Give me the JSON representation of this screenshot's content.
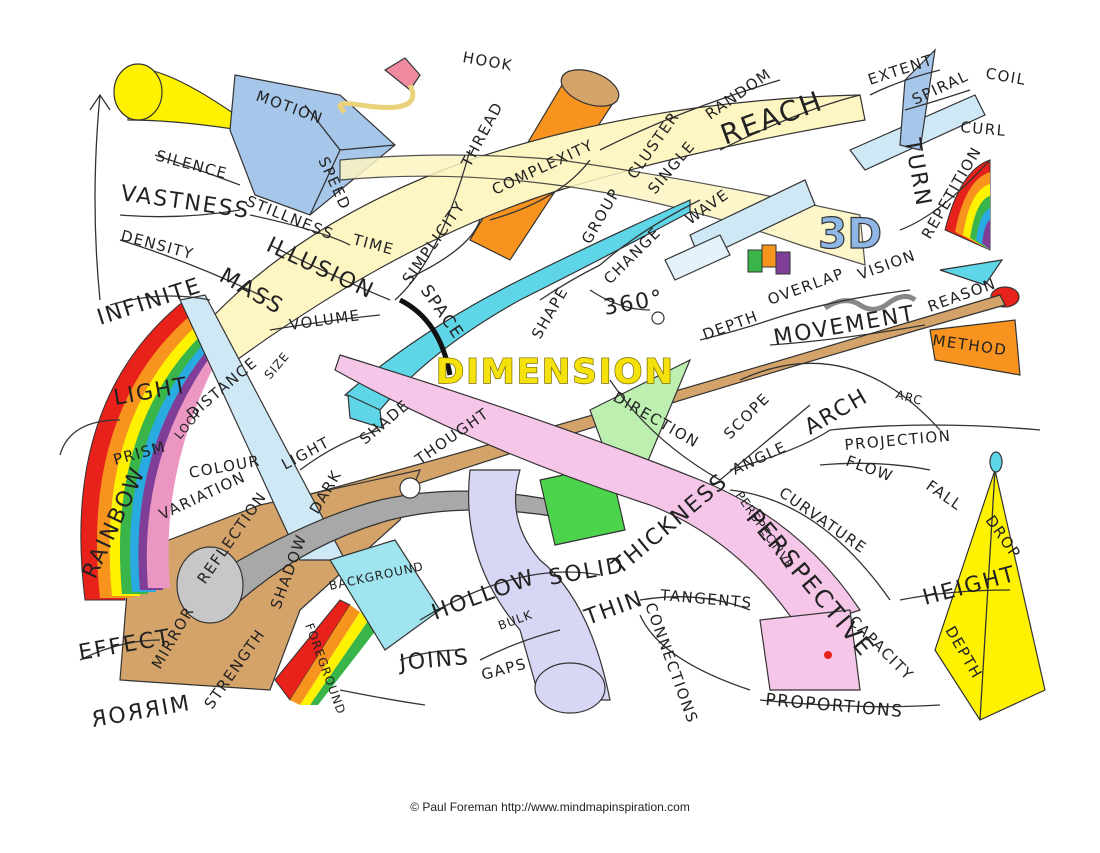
{
  "map": {
    "central_topic": "DIMENSION",
    "colors": {
      "title_fill": "#f5e10c",
      "rainbow": [
        "#e8211b",
        "#f7941d",
        "#fff200",
        "#39b54a",
        "#29abe2",
        "#7f3f98",
        "#ec97c3"
      ]
    },
    "labels": {
      "hook": "HOOK",
      "thread": "THREAD",
      "motion": "MOTION",
      "speed": "SPEED",
      "silence": "SILENCE",
      "vastness": "VASTNESS",
      "stillness": "STILLNESS",
      "time": "TIME",
      "simplicity": "SIMPLICITY",
      "complexity": "COMPLEXITY",
      "cluster": "CLUSTER",
      "single": "SINGLE",
      "random": "RANDOM",
      "reach": "REACH",
      "extent": "EXTENT",
      "spiral": "SPIRAL",
      "coil": "COIL",
      "curl": "CURL",
      "turn": "TURN",
      "three_d": "3D",
      "repetition": "REPETITION",
      "vision": "VISION",
      "overlap": "OVERLAP",
      "density": "DENSITY",
      "mass": "MASS",
      "infinite": "INFINITE",
      "illusion": "ILLUSION",
      "space": "SPACE",
      "group": "GROUP",
      "change": "CHANGE",
      "wave": "WAVE",
      "degrees": "360°",
      "shape": "SHAPE",
      "volume": "VOLUME",
      "depth_top": "DEPTH",
      "movement": "MOVEMENT",
      "reason": "REASON",
      "method": "METHOD",
      "size": "SIZE",
      "distance": "DISTANCE",
      "light_top": "LIGHT",
      "loop": "LOOP",
      "prism": "PRISM",
      "rainbow": "RAINBOW",
      "colour": "COLOUR",
      "light": "LIGHT",
      "shade": "SHADE",
      "dark": "DARK",
      "thought": "THOUGHT",
      "direction": "DIRECTION",
      "scope": "SCOPE",
      "arch": "ARCH",
      "arc": "ARC",
      "angle": "ANGLE",
      "projection": "PROJECTION",
      "flow": "FLOW",
      "fall": "FALL",
      "drop": "DROP",
      "variation": "VARIATION",
      "reflection": "REFLECTION",
      "shadow": "SHADOW",
      "background": "BACKGROUND",
      "foreground": "FOREGROUND",
      "hollow": "HOLLOW",
      "solid": "SOLID",
      "thickness": "THICKNESS",
      "perspective_small": "PERSPECTIVE",
      "curvature": "CURVATURE",
      "height": "HEIGHT",
      "depth_bottom": "DEPTH",
      "perspective": "PERSPECTIVE",
      "capacity": "CAPACITY",
      "effect": "EFFECT",
      "mirror": "MIRROR",
      "mirror_reversed": "MIRROR",
      "strength": "STRENGTH",
      "joins": "JOINS",
      "bulk": "BULK",
      "thin": "THIN",
      "tangents": "TANGENTS",
      "connections": "CONNECTIONS",
      "gaps": "GAPS",
      "proportions": "PROPORTIONS"
    }
  },
  "footer": {
    "credit": "© Paul Foreman http://www.mindmapinspiration.com"
  }
}
